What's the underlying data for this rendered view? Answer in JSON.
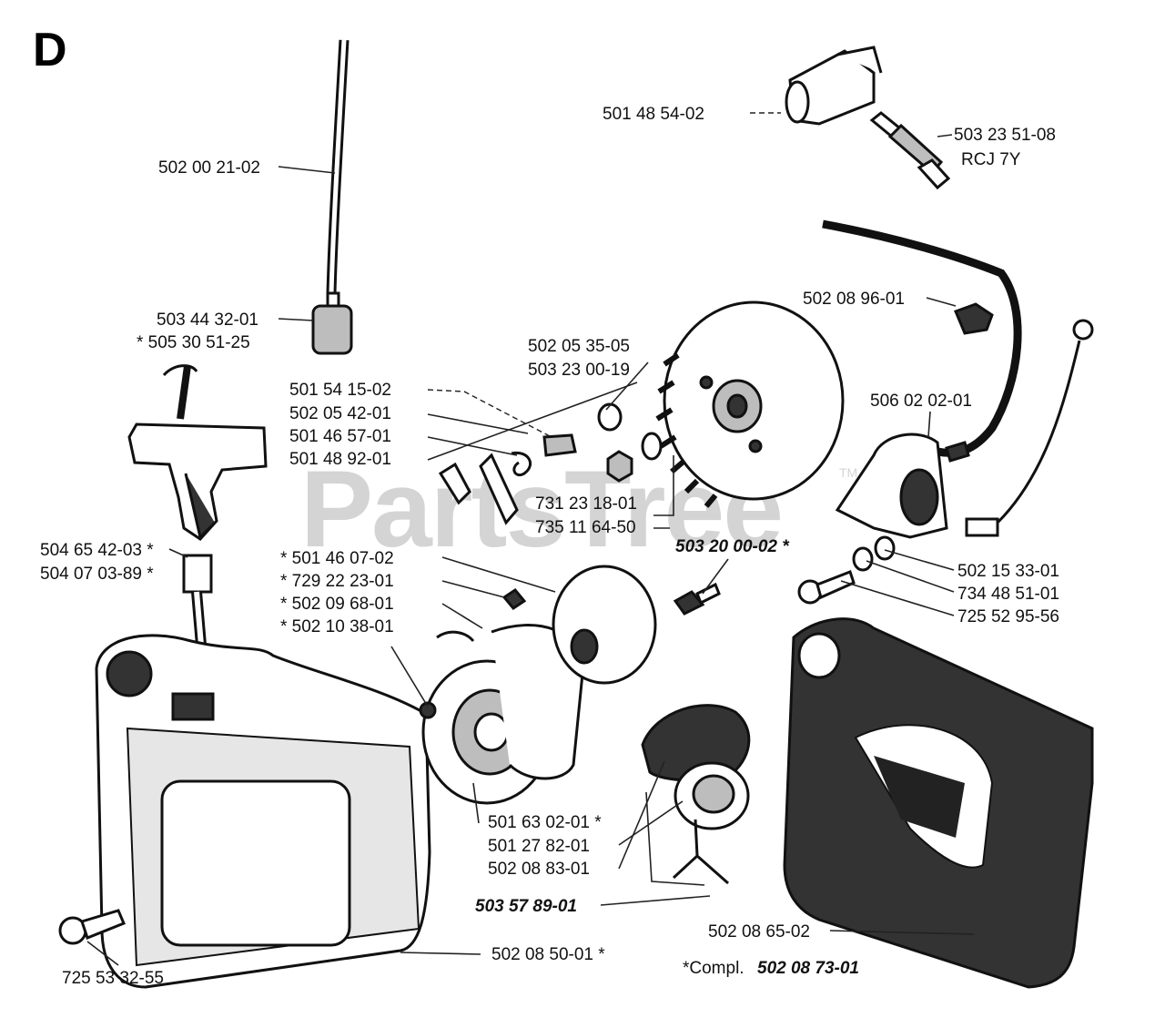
{
  "diagram": {
    "section_letter": "D",
    "watermark": "PartsTree",
    "watermark_tm": "TM",
    "labels": {
      "p01": "501 48 54-02",
      "p02": "503 23 51-08",
      "p03": "RCJ 7Y",
      "p04": "502 00 21-02",
      "p05": "502 08 96-01",
      "p06": "503 44 32-01",
      "p07": "* 505 30 51-25",
      "p08": "502 05 35-05",
      "p09": "503 23 00-19",
      "p10": "501 54 15-02",
      "p11": "502 05 42-01",
      "p12": "501 46 57-01",
      "p13": "501 48 92-01",
      "p14": "506 02 02-01",
      "p15": "731 23 18-01",
      "p16": "735 11 64-50",
      "p17": "504 65 42-03 *",
      "p18": "504 07 03-89 *",
      "p19": "* 501 46 07-02",
      "p20": "* 729 22 23-01",
      "p21": "* 502 09 68-01",
      "p22": "* 502 10 38-01",
      "p23": "503 20 00-02 *",
      "p24": "502 15 33-01",
      "p25": "734 48 51-01",
      "p26": "725 52 95-56",
      "p27": "501 63 02-01 *",
      "p28": "501 27 82-01",
      "p29": "502 08 83-01",
      "p30": "503 57 89-01",
      "p31": "502 08 65-02",
      "p32": "725 53 32-55",
      "p33": "502 08 50-01 *",
      "compl_prefix": "*Compl.",
      "compl_number": "502 08 73-01"
    }
  }
}
